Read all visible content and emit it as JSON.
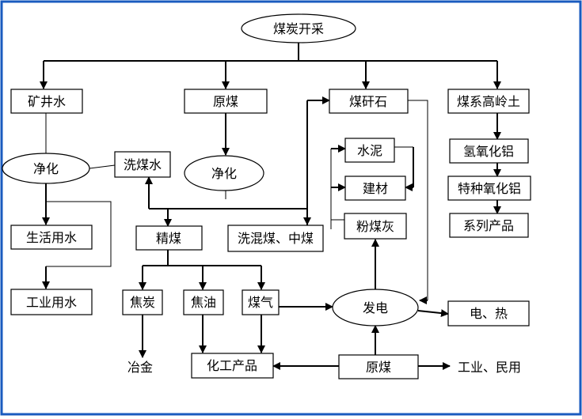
{
  "nodes": {
    "coal_mining": "煤炭开采",
    "mine_water": "矿井水",
    "raw_coal_top": "原煤",
    "coal_gangue": "煤矸石",
    "kaolin": "煤系高岭土",
    "purify_left": "净化",
    "coal_wash_water": "洗煤水",
    "purify_mid": "净化",
    "cement": "水泥",
    "building_material": "建材",
    "fly_ash": "粉煤灰",
    "aluminum_hydroxide": "氢氧化铝",
    "special_alumina": "特种氧化铝",
    "series_products": "系列产品",
    "domestic_water": "生活用水",
    "clean_coal": "精煤",
    "mixed_coal": "洗混煤、中煤",
    "industrial_water": "工业用水",
    "coke": "焦炭",
    "tar": "焦油",
    "gas": "煤气",
    "power_generation": "发电",
    "electricity_heat": "电、热",
    "metallurgy": "冶金",
    "chemical_products": "化工产品",
    "raw_coal_bottom": "原煤",
    "industrial_civil": "工业、民用"
  },
  "colors": {
    "border": "#1a5bbf",
    "line": "#000000"
  }
}
